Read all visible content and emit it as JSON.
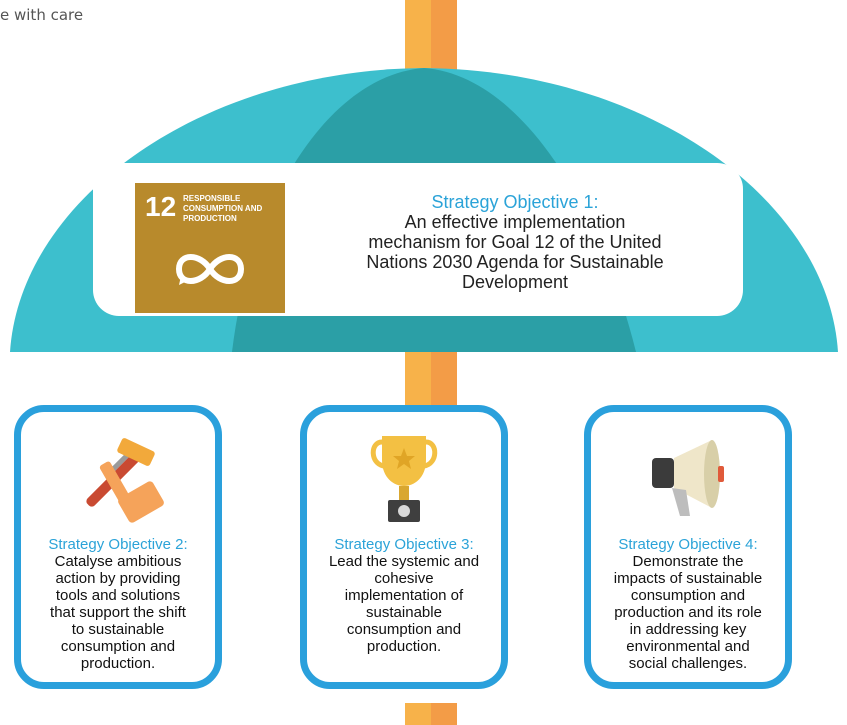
{
  "tagline": "e with care",
  "colors": {
    "umbrella_light": "#3dbfcd",
    "umbrella_dark": "#2b9fa6",
    "pole_light": "#f7b24a",
    "pole_dark": "#f39c47",
    "box_border": "#2aa0dc",
    "title_blue": "#2ba3d8",
    "sdg_tile": "#b88a2c"
  },
  "main_objective": {
    "sdg_badge": {
      "number": "12",
      "text": "RESPONSIBLE CONSUMPTION AND PRODUCTION",
      "icon": "infinity-icon"
    },
    "title": "Strategy Objective 1:",
    "body_lines": [
      "An effective implementation",
      "mechanism for Goal 12 of the United",
      "Nations 2030 Agenda for Sustainable",
      "Development"
    ]
  },
  "objectives": [
    {
      "icon": "tools-icon",
      "title": "Strategy Objective 2:",
      "body_lines": [
        "Catalyse ambitious",
        "action by providing",
        "tools and solutions",
        "that support the shift",
        "to sustainable",
        "consumption and",
        "production."
      ]
    },
    {
      "icon": "trophy-icon",
      "title": "Strategy Objective 3:",
      "body_lines": [
        "Lead the systemic and",
        "cohesive",
        "implementation of",
        "sustainable",
        "consumption and",
        "production."
      ]
    },
    {
      "icon": "megaphone-icon",
      "title": "Strategy Objective 4:",
      "body_lines": [
        "Demonstrate the",
        "impacts of sustainable",
        "consumption and",
        "production and its role",
        "in addressing key",
        "environmental and",
        "social challenges."
      ]
    }
  ]
}
